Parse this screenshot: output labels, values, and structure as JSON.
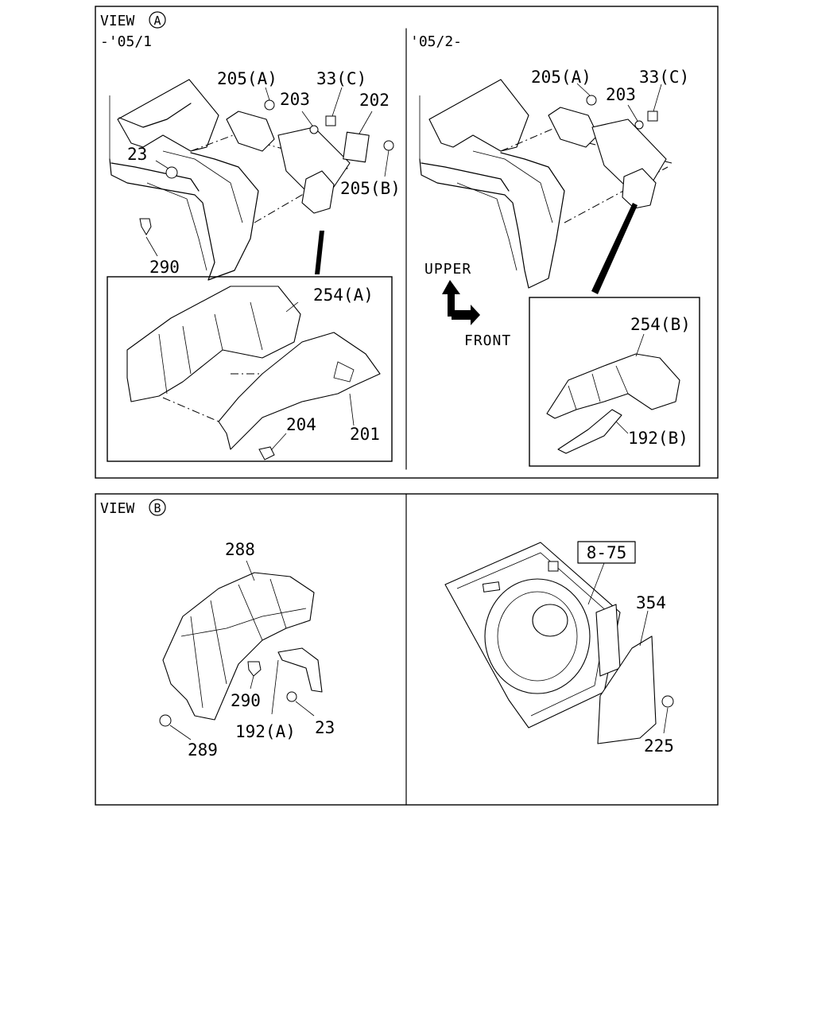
{
  "view_a": {
    "title_prefix": "VIEW",
    "title_letter": "A",
    "period_left": "-'05/1",
    "period_right": "'05/2-",
    "left": {
      "c205a": "205(A)",
      "c33c": "33(C)",
      "c203": "203",
      "c202": "202",
      "c23": "23",
      "c205b": "205(B)",
      "c290": "290",
      "c254a": "254(A)",
      "c204": "204",
      "c201": "201"
    },
    "right": {
      "c205a": "205(A)",
      "c33c": "33(C)",
      "c203": "203",
      "c254b": "254(B)",
      "c192b": "192(B)"
    },
    "direction": {
      "upper": "UPPER",
      "front": "FRONT"
    }
  },
  "view_b": {
    "title_prefix": "VIEW",
    "title_letter": "B",
    "c288": "288",
    "c290": "290",
    "c23": "23",
    "c192a": "192(A)",
    "c289": "289"
  },
  "spare": {
    "ref": "8-75",
    "c354": "354",
    "c225": "225"
  }
}
